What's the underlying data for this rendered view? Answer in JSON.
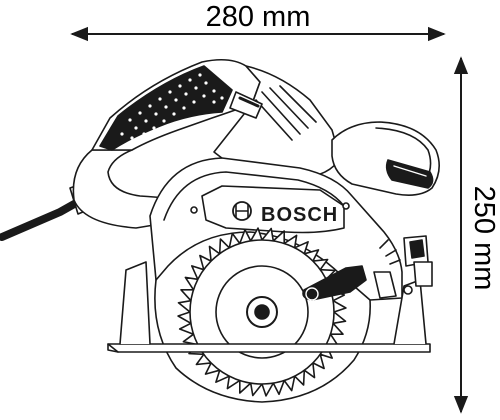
{
  "dimensions": {
    "width_label": "280 mm",
    "height_label": "250 mm"
  },
  "product": {
    "brand": "BOSCH"
  },
  "colors": {
    "line": "#1a1a1a",
    "fill": "#ffffff",
    "dark": "#1a1a1a"
  }
}
